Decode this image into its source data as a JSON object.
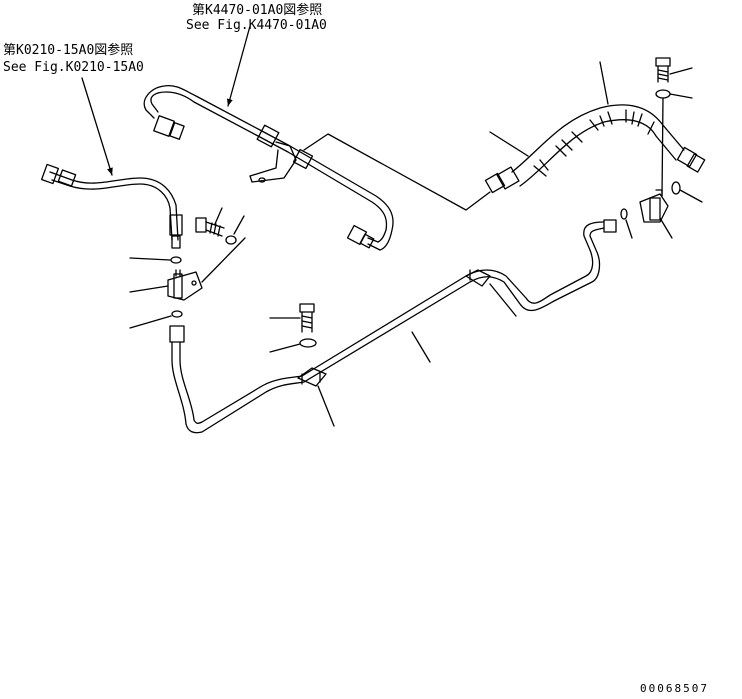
{
  "references": {
    "top_ref_jp": "第K4470-01A0図参照",
    "top_ref_en": "See Fig.K4470-01A0",
    "left_ref_jp": "第K0210-15A0図参照",
    "left_ref_en": "See Fig.K0210-15A0"
  },
  "drawing_code": "00068507",
  "colors": {
    "line": "#000000",
    "background": "#ffffff"
  }
}
